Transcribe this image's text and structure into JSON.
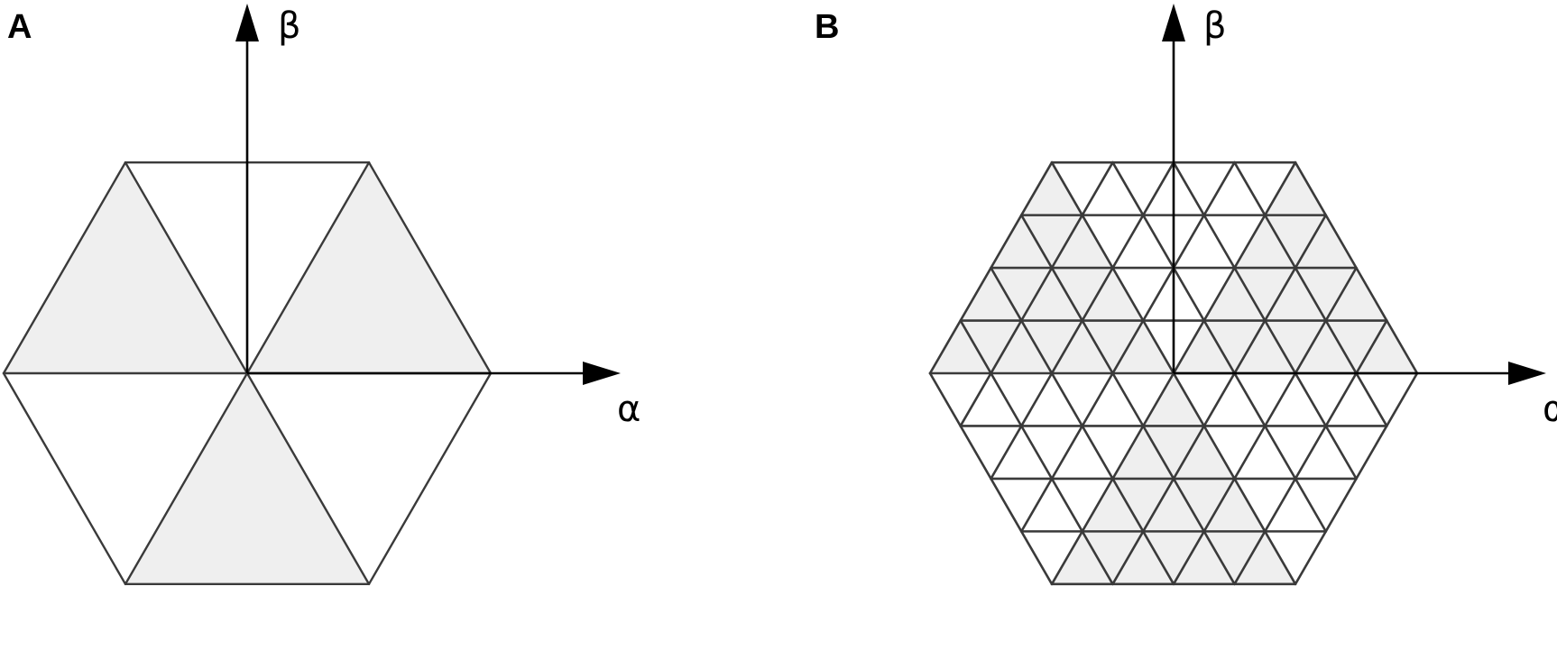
{
  "panels": [
    {
      "label": "A",
      "x_axis_label": "α",
      "y_axis_label": "β",
      "grid_divisions": 1,
      "shaded_sectors": [
        "upper-left",
        "upper-right",
        "bottom"
      ]
    },
    {
      "label": "B",
      "x_axis_label": "α",
      "y_axis_label": "β",
      "grid_divisions": 4,
      "shaded_sectors": [
        "upper-left",
        "upper-right",
        "bottom"
      ]
    }
  ],
  "colors": {
    "shade": "#efefef",
    "grid_line": "#3a3a3a",
    "axis": "#000000",
    "background": "#ffffff"
  }
}
